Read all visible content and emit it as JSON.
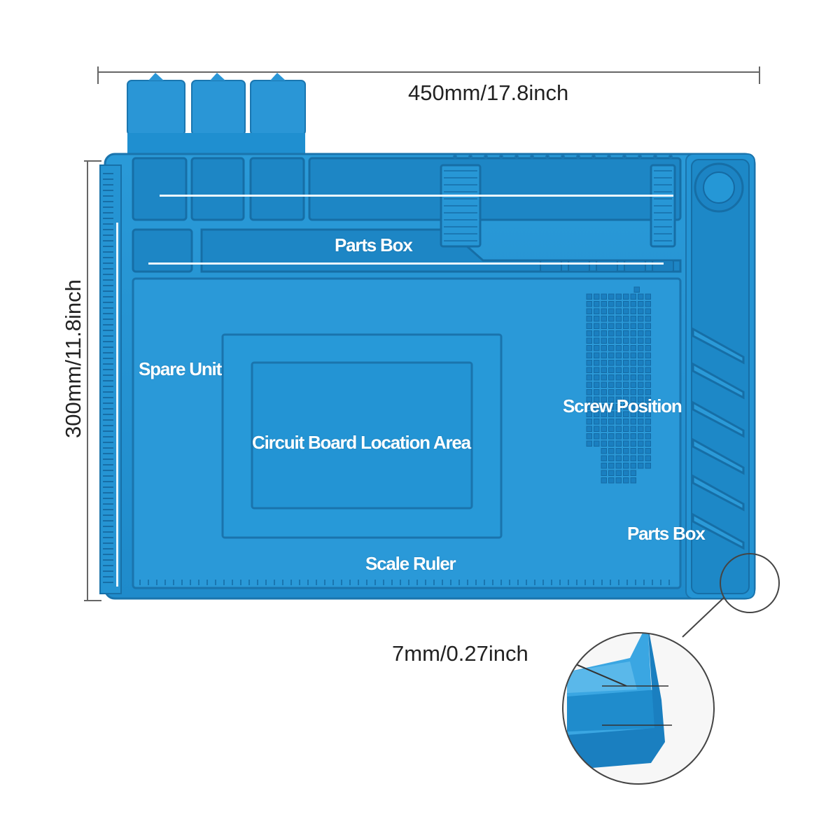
{
  "dimensions": {
    "width_label": "450mm/17.8inch",
    "height_label": "300mm/11.8inch",
    "thickness_label": "7mm/0.27inch"
  },
  "labels": {
    "parts_box_top": "Parts Box",
    "spare_unit": "Spare Unit",
    "circuit_board_area": "Circuit Board Location Area",
    "screw_position": "Screw Position",
    "parts_box_right": "Parts Box",
    "scale_ruler": "Scale Ruler"
  },
  "colors": {
    "mat": "#1f8fd0",
    "mat_dark": "#1677b3",
    "mat_light": "#4aaee3",
    "text": "#ffffff",
    "dim_line": "#555555"
  }
}
